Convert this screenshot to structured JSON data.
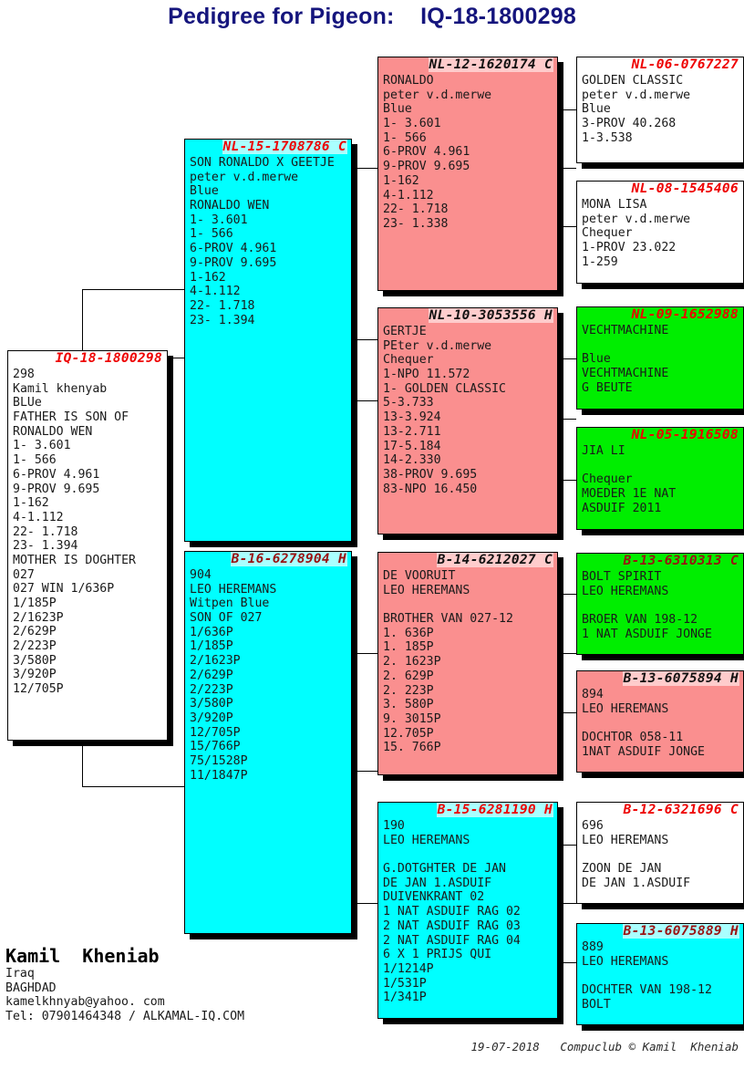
{
  "title": "Pedigree for Pigeon:    IQ-18-1800298",
  "cards": [
    {
      "key": "subject",
      "ring": "IQ-18-1800298",
      "sex": "",
      "bg": "white",
      "hdr_color": "red",
      "lines": [
        "298",
        "Kamil khenyab",
        "BLUe",
        "FATHER IS SON OF",
        "RONALDO WEN",
        "1- 3.601",
        "1- 566",
        "6-PROV 4.961",
        "9-PROV 9.695",
        "1-162",
        "4-1.112",
        "22- 1.718",
        "23- 1.394",
        "MOTHER IS DOGHTER",
        "027",
        "027 WIN 1/636P",
        "1/185P",
        "2/1623P",
        "2/629P",
        "2/223P",
        "3/580P",
        "3/920P",
        "12/705P"
      ]
    },
    {
      "key": "father",
      "ring": "NL-15-1708786",
      "sex": "C",
      "bg": "cyan",
      "hdr_color": "red",
      "lines": [
        "SON RONALDO X GEETJE",
        "peter v.d.merwe",
        "Blue",
        "RONALDO WEN",
        "1- 3.601",
        "1- 566",
        "6-PROV 4.961",
        "9-PROV 9.695",
        "1-162",
        "4-1.112",
        "22- 1.718",
        "23- 1.394"
      ]
    },
    {
      "key": "mother",
      "ring": "B-16-6278904",
      "sex": "H",
      "bg": "cyan",
      "hdr_color": "dkred",
      "lines": [
        "904",
        "LEO HEREMANS",
        "Witpen Blue",
        "SON OF 027",
        "1/636P",
        "1/185P",
        "2/1623P",
        "2/629P",
        "2/223P",
        "3/580P",
        "3/920P",
        "12/705P",
        "15/766P",
        "75/1528P",
        "11/1847P"
      ]
    },
    {
      "key": "ff",
      "ring": "NL-12-1620174",
      "sex": "C",
      "bg": "pink",
      "hdr_color": "black",
      "lines": [
        "RONALDO",
        "peter v.d.merwe",
        "Blue",
        "1- 3.601",
        "1- 566",
        "6-PROV 4.961",
        "9-PROV 9.695",
        "1-162",
        "4-1.112",
        "22- 1.718",
        "23- 1.338"
      ]
    },
    {
      "key": "fm",
      "ring": "NL-10-3053556",
      "sex": "H",
      "bg": "pink",
      "hdr_color": "black",
      "lines": [
        "GERTJE",
        "PEter v.d.merwe",
        "Chequer",
        "1-NPO 11.572",
        "1- GOLDEN CLASSIC",
        "5-3.733",
        "13-3.924",
        "13-2.711",
        "17-5.184",
        "14-2.330",
        "38-PROV 9.695",
        "83-NPO 16.450"
      ]
    },
    {
      "key": "mf",
      "ring": "B-14-6212027",
      "sex": "C",
      "bg": "pink",
      "hdr_color": "black",
      "lines": [
        "DE VOORUIT",
        "LEO HEREMANS",
        "",
        "BROTHER VAN 027-12",
        "1. 636P",
        "1. 185P",
        "2. 1623P",
        "2. 629P",
        "2. 223P",
        "3. 580P",
        "9. 3015P",
        "12.705P",
        "15. 766P"
      ]
    },
    {
      "key": "mm",
      "ring": "B-15-6281190",
      "sex": "H",
      "bg": "cyan",
      "hdr_color": "red",
      "lines": [
        "190",
        "LEO HEREMANS",
        "",
        "G.DOTGHTER DE JAN",
        "DE JAN 1.ASDUIF",
        "DUIVENKRANT 02",
        "1 NAT ASDUIF RAG 02",
        "2 NAT ASDUIF RAG 03",
        "2 NAT ASDUIF RAG 04",
        "6 X 1 PRIJS QUI",
        "1/1214P",
        "1/531P",
        "1/341P"
      ]
    },
    {
      "key": "fff",
      "ring": "NL-06-0767227",
      "sex": "",
      "bg": "white",
      "hdr_color": "red",
      "lines": [
        "GOLDEN CLASSIC",
        "peter v.d.merwe",
        "Blue",
        "3-PROV 40.268",
        "1-3.538"
      ]
    },
    {
      "key": "ffm",
      "ring": "NL-08-1545406",
      "sex": "",
      "bg": "white",
      "hdr_color": "red",
      "lines": [
        "MONA LISA",
        "peter v.d.merwe",
        "Chequer",
        "1-PROV 23.022",
        "1-259"
      ]
    },
    {
      "key": "fmf",
      "ring": "NL-09-1652988",
      "sex": "",
      "bg": "green",
      "hdr_color": "red",
      "lines": [
        "VECHTMACHINE",
        "",
        "Blue",
        "VECHTMACHINE",
        "G BEUTE"
      ]
    },
    {
      "key": "fmm",
      "ring": "NL-05-1916508",
      "sex": "",
      "bg": "green",
      "hdr_color": "red",
      "lines": [
        "JIA LI",
        "",
        "Chequer",
        "MOEDER 1E NAT",
        "ASDUIF 2011"
      ]
    },
    {
      "key": "mff",
      "ring": "B-13-6310313",
      "sex": "C",
      "bg": "green",
      "hdr_color": "dkred",
      "lines": [
        "BOLT SPIRIT",
        "LEO HEREMANS",
        "",
        "BROER VAN 198-12",
        "1 NAT ASDUIF JONGE"
      ]
    },
    {
      "key": "mfm",
      "ring": "B-13-6075894",
      "sex": "H",
      "bg": "pink",
      "hdr_color": "black",
      "lines": [
        "894",
        "LEO HEREMANS",
        "",
        "DOCHTOR 058-11",
        "1NAT ASDUIF JONGE"
      ]
    },
    {
      "key": "mmf",
      "ring": "B-12-6321696",
      "sex": "C",
      "bg": "white",
      "hdr_color": "red",
      "lines": [
        "696",
        "LEO HEREMANS",
        "",
        "ZOON DE JAN",
        "DE JAN 1.ASDUIF"
      ]
    },
    {
      "key": "mmm",
      "ring": "B-13-6075889",
      "sex": "H",
      "bg": "cyan",
      "hdr_color": "dkred",
      "lines": [
        "889",
        "LEO HEREMANS",
        "",
        "DOCHTER VAN 198-12",
        "BOLT"
      ]
    }
  ],
  "owner": {
    "name": "Kamil  Kheniab",
    "country": "Iraq",
    "city": "BAGHDAD",
    "email": "kamelkhnyab@yahoo. com",
    "tel": "Tel: 07901464348 / ALKAMAL-IQ.COM"
  },
  "credit": "19-07-2018   Compuclub © Kamil  Kheniab",
  "colors": {
    "title": "#15157d",
    "cyan": "#00ffff",
    "pink": "#fa8f8f",
    "green": "#00ee00",
    "header_red": "#ee0000",
    "header_dark_red": "#9a1212",
    "header_black": "#111111"
  }
}
